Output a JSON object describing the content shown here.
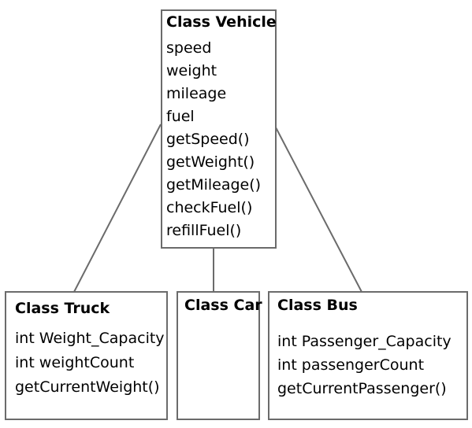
{
  "classes": {
    "vehicle": {
      "title": "Class Vehicle",
      "members": [
        "speed",
        "weight",
        "mileage",
        "fuel",
        "getSpeed()",
        "getWeight()",
        "getMileage()",
        "checkFuel()",
        "refillFuel()"
      ]
    },
    "truck": {
      "title": "Class Truck",
      "members": [
        "int Weight_Capacity",
        "int weightCount",
        "getCurrentWeight()"
      ]
    },
    "car": {
      "title": "Class Car",
      "members": []
    },
    "bus": {
      "title": "Class Bus",
      "members": [
        "int Passenger_Capacity",
        "int passengerCount",
        "getCurrentPassenger()"
      ]
    }
  },
  "colors": {
    "border": "#6b6b6b",
    "connector": "#6b6b6b",
    "text": "#000000",
    "background": "#ffffff"
  }
}
